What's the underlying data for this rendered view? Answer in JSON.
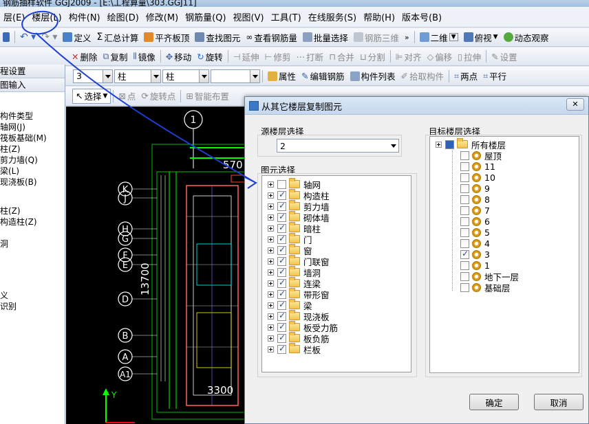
{
  "window": {
    "title": "钢筋抽样软件 GGJ2009 - [E:\\工程算量\\303.GGJ11]"
  },
  "menu": [
    "层(E)",
    "楼层(L)",
    "构件(N)",
    "绘图(D)",
    "修改(M)",
    "钢筋量(Q)",
    "视图(V)",
    "工具(T)",
    "在线服务(S)",
    "帮助(H)",
    "版本号(B)"
  ],
  "toolbar1": {
    "define": "定义",
    "sum_calc": "汇总计算",
    "slab_top": "平齐板顶",
    "find_elem": "查找图元",
    "view_rebar": "查看钢筋量",
    "batch_select": "批量选择",
    "rebar_3d": "钢筋三维",
    "view_2d": "二维",
    "view_top": "俯视",
    "dynamic": "动态观察"
  },
  "toolbar2": {
    "delete": "删除",
    "copy": "复制",
    "mirror": "镜像",
    "move": "移动",
    "rotate": "旋转",
    "extend": "延伸",
    "trim": "修剪",
    "break": "打断",
    "merge": "合并",
    "split": "分割",
    "align": "对齐",
    "offset": "偏移",
    "stretch": "拉伸",
    "settings": "设置"
  },
  "toolbar3": {
    "floor_value": "3",
    "type_value": "柱",
    "subtype_value": "柱",
    "name_value": "",
    "props": "属性",
    "edit_rebar": "编辑钢筋",
    "elem_list": "构件列表",
    "pick_elem": "拾取构件",
    "two_point": "两点",
    "parallel": "平行"
  },
  "toolbar4": {
    "select": "选择",
    "point": "点",
    "rotate_point": "旋转点",
    "smart_place": "智能布置"
  },
  "left_panel": {
    "header1": "程设置",
    "header2": "图输入",
    "items": [
      "构件类型",
      "轴网(J)",
      "筏板基础(M)",
      "柱(Z)",
      "剪力墙(Q)",
      "梁(L)",
      "现浇板(B)",
      "",
      "",
      "柱(Z)",
      "构造柱(Z)",
      "",
      "洞",
      "",
      "",
      "",
      "",
      "义",
      "识别"
    ]
  },
  "canvas": {
    "axis_labels": [
      "K",
      "J",
      "H",
      "G",
      "F",
      "E",
      "D",
      "B",
      "A",
      "A1"
    ],
    "circle_top": "1",
    "dim_vertical": "13700",
    "dim_bottom": "3300",
    "dim_top": "570",
    "coord_y": "Y"
  },
  "dialog": {
    "title": "从其它楼层复制图元",
    "source_label": "源楼层选择",
    "source_value": "2",
    "elements_label": "图元选择",
    "elements": [
      {
        "label": "轴网",
        "checked": false
      },
      {
        "label": "构造柱",
        "checked": true
      },
      {
        "label": "剪力墙",
        "checked": true
      },
      {
        "label": "砌体墙",
        "checked": true
      },
      {
        "label": "暗柱",
        "checked": true
      },
      {
        "label": "门",
        "checked": true
      },
      {
        "label": "窗",
        "checked": true
      },
      {
        "label": "门联窗",
        "checked": true
      },
      {
        "label": "墙洞",
        "checked": true
      },
      {
        "label": "连梁",
        "checked": true
      },
      {
        "label": "带形窗",
        "checked": true
      },
      {
        "label": "梁",
        "checked": true
      },
      {
        "label": "现浇板",
        "checked": true
      },
      {
        "label": "板受力筋",
        "checked": true
      },
      {
        "label": "板负筋",
        "checked": true
      },
      {
        "label": "栏板",
        "checked": true
      }
    ],
    "target_label": "目标楼层选择",
    "target_root": "所有楼层",
    "floors": [
      {
        "label": "屋顶",
        "checked": false
      },
      {
        "label": "11",
        "checked": false
      },
      {
        "label": "10",
        "checked": false
      },
      {
        "label": "9",
        "checked": false
      },
      {
        "label": "8",
        "checked": false
      },
      {
        "label": "7",
        "checked": false
      },
      {
        "label": "6",
        "checked": false
      },
      {
        "label": "5",
        "checked": false
      },
      {
        "label": "4",
        "checked": false
      },
      {
        "label": "3",
        "checked": true
      },
      {
        "label": "1",
        "checked": false
      },
      {
        "label": "地下一层",
        "checked": false
      },
      {
        "label": "基础层",
        "checked": false
      }
    ],
    "ok": "确定",
    "cancel": "取消"
  },
  "colors": {
    "annotation": "#1e3fd0",
    "cad_bg": "#000000",
    "cad_green": "#00ff00",
    "cad_white": "#ffffff"
  }
}
